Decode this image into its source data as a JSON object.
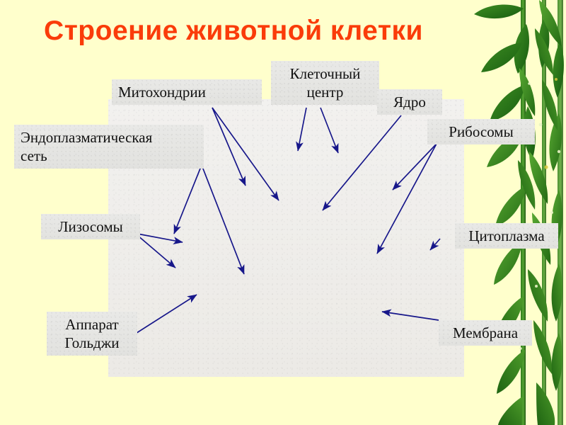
{
  "slide": {
    "title": "Строение животной клетки",
    "title_color": "#fa3c0a",
    "background_color": "#ffffcc",
    "decoration": "bamboo-foliage"
  },
  "diagram": {
    "subject": "animal-cell-cross-section",
    "panel_background": "#efefed",
    "arrow_color": "#1a1a8c",
    "organelles": [
      "mitochondria",
      "endoplasmic-reticulum",
      "cell-center-centriole",
      "nucleus",
      "ribosomes",
      "lysosomes",
      "golgi-apparatus",
      "cytoplasm",
      "membrane"
    ]
  },
  "labels": [
    {
      "id": "mitochondria",
      "text": "Митохондрии"
    },
    {
      "id": "cell-center",
      "text": "Клеточный\nцентр"
    },
    {
      "id": "nucleus",
      "text": "Ядро"
    },
    {
      "id": "ribosomes",
      "text": "Рибосомы"
    },
    {
      "id": "er",
      "text": "Эндоплазматическая\nсеть"
    },
    {
      "id": "lysosomes",
      "text": "Лизосомы"
    },
    {
      "id": "golgi",
      "text": "Аппарат\nГольджи"
    },
    {
      "id": "cytoplasm",
      "text": "Цитоплазма"
    },
    {
      "id": "membrane",
      "text": "Мембрана"
    }
  ]
}
